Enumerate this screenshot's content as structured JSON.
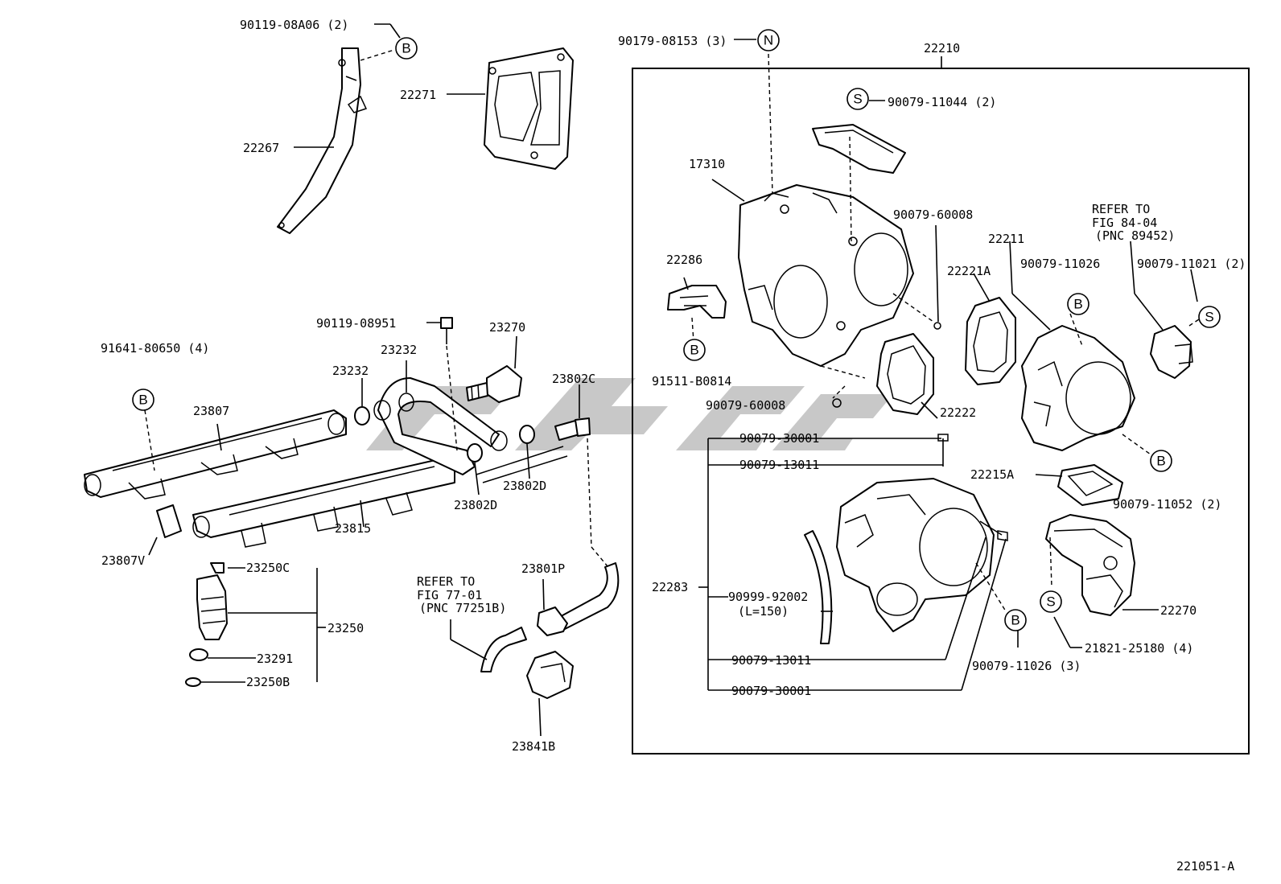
{
  "figure_number": "221051-A",
  "part_labels": {
    "p_90119_08a06": "90119-08A06 (2)",
    "p_22271": "22271",
    "p_22267": "22267",
    "p_90179_08153": "90179-08153 (3)",
    "p_22210": "22210",
    "p_90079_11044": "90079-11044 (2)",
    "p_17310": "17310",
    "p_90079_60008_a": "90079-60008",
    "p_22211": "22211",
    "p_22221a": "22221A",
    "p_90079_11026_a": "90079-11026",
    "p_90079_11021": "90079-11021 (2)",
    "p_22286": "22286",
    "p_91511_b0814": "91511-B0814",
    "p_90079_60008_b": "90079-60008",
    "p_22222": "22222",
    "p_90079_30001_a": "90079-30001",
    "p_90079_13011_a": "90079-13011",
    "p_22215a": "22215A",
    "p_90079_11052": "90079-11052 (2)",
    "p_22283": "22283",
    "p_90999_92002": "90999-92002",
    "p_l150": "(L=150)",
    "p_22270": "22270",
    "p_21821_25180": "21821-25180 (4)",
    "p_90079_13011_b": "90079-13011",
    "p_90079_11026_b": "90079-11026 (3)",
    "p_90079_30001_b": "90079-30001",
    "p_90119_08951": "90119-08951",
    "p_23270": "23270",
    "p_91641_80650": "91641-80650 (4)",
    "p_23232_a": "23232",
    "p_23232_b": "23232",
    "p_23802c": "23802C",
    "p_23807": "23807",
    "p_23815": "23815",
    "p_23802d_a": "23802D",
    "p_23802d_b": "23802D",
    "p_23807v": "23807V",
    "p_23250c": "23250C",
    "p_23250": "23250",
    "p_23291": "23291",
    "p_23250b": "23250B",
    "p_23801p": "23801P",
    "p_23841b": "23841B"
  },
  "refer_notes": {
    "fig84_l1": "REFER TO",
    "fig84_l2": "FIG 84-04",
    "fig84_l3": "(PNC 89452)",
    "fig77_l1": "REFER TO",
    "fig77_l2": "FIG 77-01",
    "fig77_l3": "(PNC 77251B)"
  },
  "callouts": {
    "b": "B",
    "s": "S",
    "n": "N"
  },
  "colors": {
    "line": "#000000",
    "background": "#ffffff",
    "watermark": "#9a9a9a"
  }
}
